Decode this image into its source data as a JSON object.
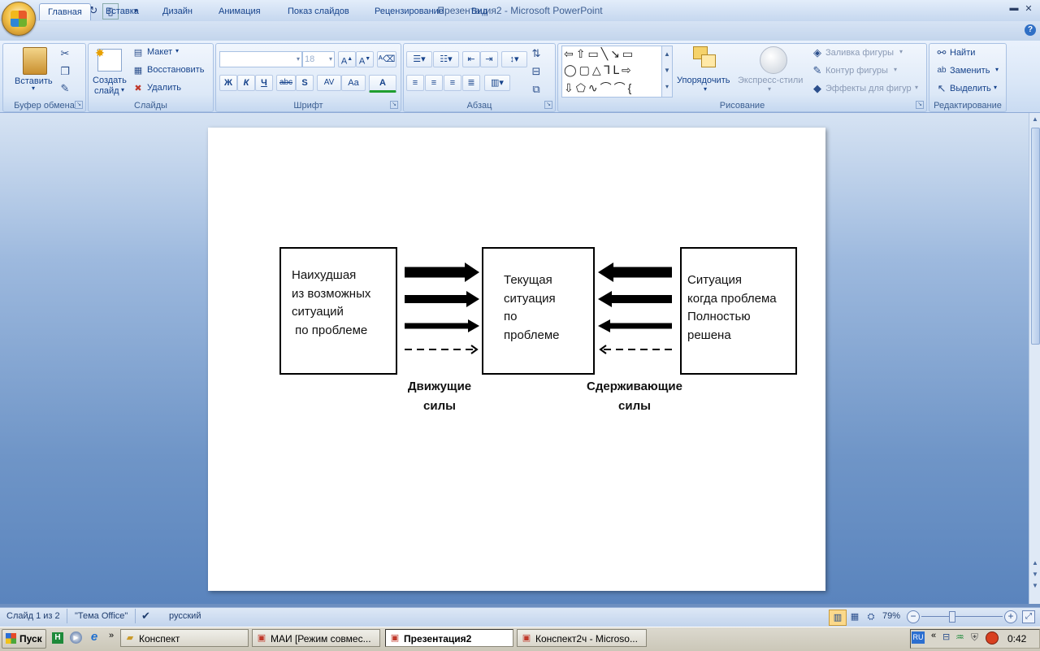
{
  "window": {
    "title": "Презентация2 - Microsoft PowerPoint",
    "qat": [
      "save-icon",
      "undo-icon",
      "redo-icon",
      "customize-icon"
    ]
  },
  "tabs": [
    {
      "label": "Главная",
      "active": true
    },
    {
      "label": "Вставка"
    },
    {
      "label": "Дизайн"
    },
    {
      "label": "Анимация"
    },
    {
      "label": "Показ слайдов"
    },
    {
      "label": "Рецензирование"
    },
    {
      "label": "Вид"
    }
  ],
  "ribbon": {
    "clipboard": {
      "label": "Буфер обмена",
      "paste": "Вставить"
    },
    "slides": {
      "label": "Слайды",
      "new_slide_line1": "Создать",
      "new_slide_line2": "слайд",
      "layout": "Макет",
      "reset": "Восстановить",
      "delete": "Удалить"
    },
    "font": {
      "label": "Шрифт",
      "font_name": "",
      "font_size": "18",
      "bold": "Ж",
      "italic": "К",
      "underline": "Ч",
      "strike": "abc",
      "shadow": "S",
      "spacing": "AV",
      "case": "Aa",
      "color": "A"
    },
    "paragraph": {
      "label": "Абзац"
    },
    "drawing": {
      "label": "Рисование",
      "arrange": "Упорядочить",
      "quick_styles": "Экспресс-стили",
      "shape_fill": "Заливка фигуры",
      "shape_outline": "Контур фигуры",
      "shape_effects": "Эффекты для фигур"
    },
    "editing": {
      "label": "Редактирование",
      "find": "Найти",
      "replace": "Заменить",
      "select": "Выделить"
    }
  },
  "slide": {
    "left_box": "Наихудшая\nиз возможных\nситуаций\n по проблеме",
    "center_box": "Текущая\nситуация\nпо\nпроблеме",
    "right_box": "Ситуация\nкогда проблема\nПолностью\nрешена",
    "driving_label": "Движущие\nсилы",
    "restraining_label": "Сдерживающие\nсилы"
  },
  "status": {
    "slide": "Слайд 1 из 2",
    "theme": "\"Тема Office\"",
    "language": "русский",
    "zoom": "79%",
    "zoom_fraction": 0.58
  },
  "taskbar": {
    "start": "Пуск",
    "windows": [
      {
        "label": "Конспект",
        "icon": "folder-icon"
      },
      {
        "label": "МАИ [Режим совмес...",
        "icon": "word-icon"
      },
      {
        "label": "Презентация2",
        "icon": "powerpoint-icon",
        "active": true
      },
      {
        "label": "Конспект2ч - Microso...",
        "icon": "word-icon"
      }
    ],
    "lang": "RU",
    "clock": "0:42"
  }
}
